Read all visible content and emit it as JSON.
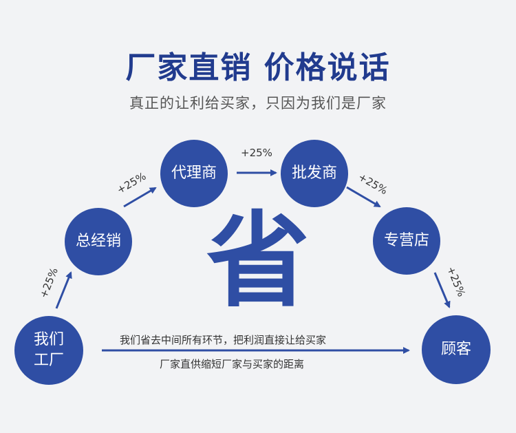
{
  "header": {
    "title": "厂家直销 价格说话",
    "subtitle": "真正的让利给买家，只因为我们是厂家"
  },
  "nodes": {
    "factory": {
      "line1": "我们",
      "line2": "工厂"
    },
    "distributor": "总经销",
    "agent": "代理商",
    "wholesaler": "批发商",
    "store": "专营店",
    "customer": "顾客"
  },
  "markups": {
    "m1": "+25%",
    "m2": "+25%",
    "m3": "+25%",
    "m4": "+25%",
    "m5": "+25%"
  },
  "center_char": "省",
  "notes": {
    "line1": "我们省去中间所有环节，把利润直接让给买家",
    "line2": "厂家直供缩短厂家与买家的距离"
  },
  "colors": {
    "primary": "#2f4ea4",
    "title": "#213b8e",
    "background": "#f2f3f5"
  }
}
